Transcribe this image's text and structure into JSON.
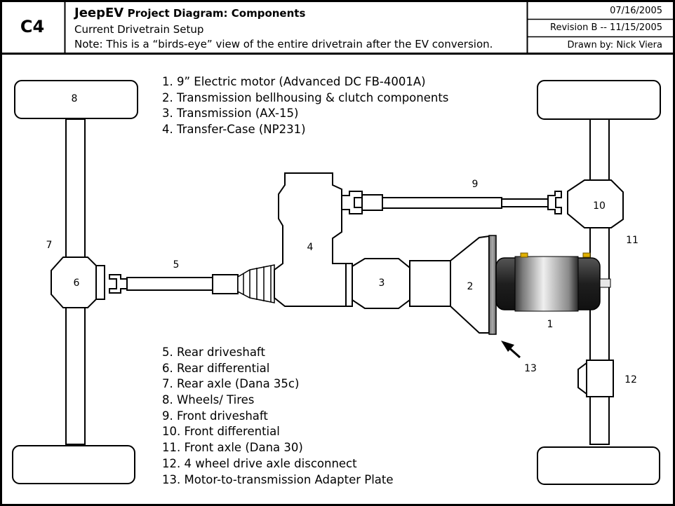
{
  "header": {
    "code": "C4",
    "title_main": "JeepEV",
    "title_rest": "Project Diagram: Components",
    "subtitle": "Current Drivetrain Setup",
    "note": "Note: This is a “birds-eye” view of the entire drivetrain after the EV conversion.",
    "date": "07/16/2005",
    "revision": "Revision B -- 11/15/2005",
    "drawn_by": "Drawn by: Nick Viera"
  },
  "legend_top": [
    "1. 9” Electric motor (Advanced DC FB-4001A)",
    "2. Transmission bellhousing & clutch components",
    "3. Transmission (AX-15)",
    "4. Transfer-Case (NP231)"
  ],
  "legend_bottom": [
    "5. Rear driveshaft",
    "6. Rear differential",
    "7. Rear axle (Dana 35c)",
    "8. Wheels/ Tires",
    "9. Front driveshaft",
    "10. Front differential",
    "11. Front axle (Dana 30)",
    "12. 4 wheel drive axle disconnect",
    "13. Motor-to-transmission Adapter Plate"
  ],
  "labels": {
    "motor": "1",
    "bellhousing": "2",
    "transmission": "3",
    "transfer_case": "4",
    "rear_driveshaft": "5",
    "rear_diff": "6",
    "rear_axle": "7",
    "wheel": "8",
    "front_driveshaft": "9",
    "front_diff": "10",
    "front_axle": "11",
    "disconnect": "12",
    "adapter_plate": "13"
  }
}
